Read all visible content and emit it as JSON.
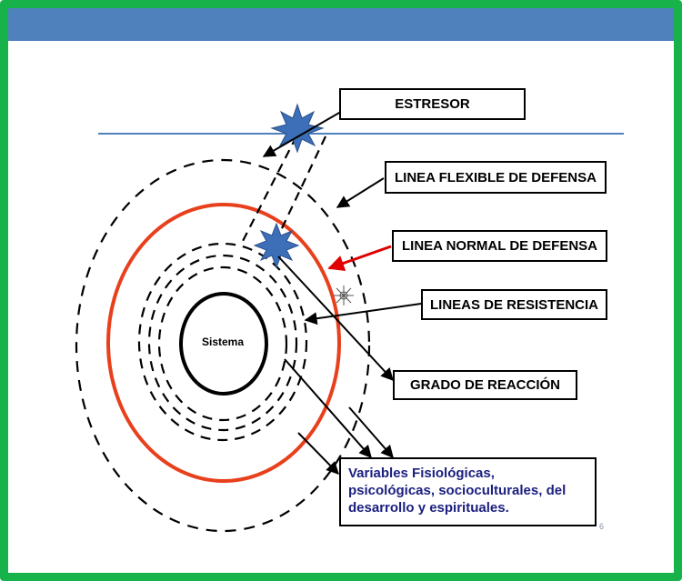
{
  "slide": {
    "labels": {
      "stressor": "ESTRESOR",
      "flexible_line": "LINEA FLEXIBLE DE DEFENSA",
      "normal_line": "LINEA NORMAL DE DEFENSA",
      "resistance_lines": "LINEAS DE RESISTENCIA",
      "reaction_degree": "GRADO DE REACCIÓN"
    },
    "system_label": "Sistema",
    "variables": [
      "Variables Fisiológicas,",
      "psicológicas, socioculturales, del",
      "desarrollo y espirituales."
    ],
    "page_number": "6"
  },
  "colors": {
    "frame": "#17b24a",
    "header": "#4f81bd",
    "horizon_line": "#4f81bd",
    "normal_line": "#e8401c",
    "stressor_star": "#3d6fb8",
    "variables_text": "#1c2080",
    "red_arrow": "#e00000"
  }
}
